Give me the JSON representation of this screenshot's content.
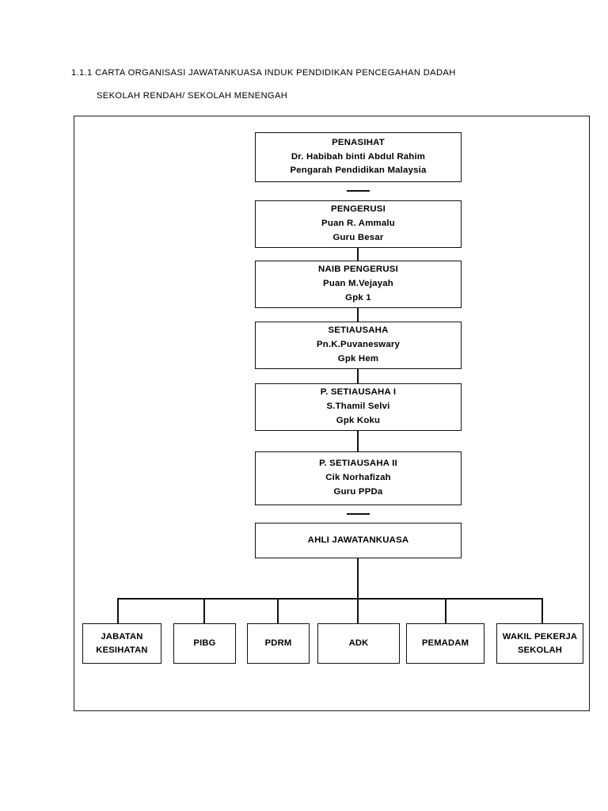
{
  "document": {
    "title": "1.1.1 CARTA ORGANISASI JAWATANKUASA INDUK PENDIDIKAN PENCEGAHAN DADAH",
    "subtitle": "SEKOLAH RENDAH/ SEKOLAH MENENGAH"
  },
  "chart": {
    "type": "org-chart",
    "nodes": [
      {
        "id": "penasihat",
        "lines": [
          "PENASIHAT",
          "Dr. Habibah binti Abdul Rahim",
          "Pengarah Pendidikan Malaysia"
        ]
      },
      {
        "id": "pengerusi",
        "lines": [
          "PENGERUSI",
          "Puan  R. Ammalu",
          "Guru Besar"
        ]
      },
      {
        "id": "naib-pengerusi",
        "lines": [
          "NAIB PENGERUSI",
          "Puan M.Vejayah",
          "Gpk 1"
        ]
      },
      {
        "id": "setiausaha",
        "lines": [
          "SETIAUSAHA",
          "Pn.K.Puvaneswary",
          "Gpk Hem"
        ]
      },
      {
        "id": "penolong-setiausaha-1",
        "lines": [
          "P. SETIAUSAHA I",
          "S.Thamil Selvi",
          "Gpk Koku"
        ]
      },
      {
        "id": "penolong-setiausaha-2",
        "lines": [
          "P. SETIAUSAHA II",
          "Cik Norhafizah",
          "Guru PPDa"
        ]
      },
      {
        "id": "ahli-jawatankuasa",
        "lines": [
          "AHLI JAWATANKUASA"
        ]
      }
    ],
    "members": [
      {
        "id": "jabatan-kesihatan",
        "lines": [
          "JABATAN",
          "KESIHATAN"
        ]
      },
      {
        "id": "pibg",
        "lines": [
          "PIBG"
        ]
      },
      {
        "id": "pdrm",
        "lines": [
          "PDRM"
        ]
      },
      {
        "id": "adk",
        "lines": [
          "ADK"
        ]
      },
      {
        "id": "pemadam",
        "lines": [
          "PEMADAM"
        ]
      },
      {
        "id": "wakil-pekerja-sekolah",
        "lines": [
          "WAKIL PEKERJA",
          "SEKOLAH"
        ]
      }
    ]
  }
}
